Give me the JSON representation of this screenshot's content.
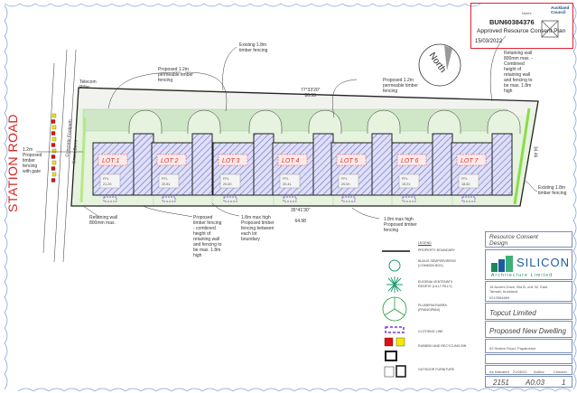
{
  "stamp": {
    "notes_label": "Notes",
    "council": "Auckland Council",
    "consent_number": "BUN60384376",
    "status": "Approved Resource Consent Plan",
    "date": "15/03/2022"
  },
  "site": {
    "road_name": "STATION ROAD",
    "north_label": "North",
    "telecom_label": "Telecom Pillar",
    "footpath_label": "Concrete Footpath",
    "kerb_label": "Grass Berm",
    "boundary_top_bearing": "77°33'20\"",
    "boundary_top_length": "86.53",
    "boundary_bottom_bearing": "35°41'30\"",
    "boundary_bottom_length": "64.98",
    "boundary_right_label": "34.46",
    "lots": [
      {
        "label": "LOT 1",
        "ffl_label": "FFL",
        "ffl": "21.20"
      },
      {
        "label": "LOT 2",
        "ffl_label": "FFL",
        "ffl": "20.81"
      },
      {
        "label": "LOT 3",
        "ffl_label": "FFL",
        "ffl": "20.60"
      },
      {
        "label": "LOT 4",
        "ffl_label": "FFL",
        "ffl": "20.41"
      },
      {
        "label": "LOT 5",
        "ffl_label": "FFL",
        "ffl": "20.00"
      },
      {
        "label": "LOT 6",
        "ffl_label": "FFL",
        "ffl": "19.21"
      },
      {
        "label": "LOT 7",
        "ffl_label": "FFL",
        "ffl": "18.82"
      }
    ]
  },
  "annotations": {
    "existing_fence_top": "Existing 1.8m timber fencing",
    "permeable_fence_left": "Proposed 1.2m permeable timber fencing",
    "permeable_fence_right": "Proposed 1.2m permeable timber fencing",
    "retaining_top_right": "Retaining wall 800mm max. - Combined height of retaining wall and fencing to be max. 1.8m high",
    "front_fence": "1.2m Proposed timber fencing with gate",
    "retaining_bottom_left": "Retaining wall 800mm max.",
    "combined_fence": "Proposed timber fencing - combined height of retaining wall and fencing to be max. 1.8m high",
    "lot_boundary_fence": "1.8m max high Proposed timber fencing between each lot boundary",
    "bottom_fence": "1.8m max high Proposed timber fencing",
    "existing_fence_right": "Existing 1.8m timber fencing"
  },
  "legend": {
    "title": "LEGEND",
    "items": [
      {
        "icon": "boundary-line",
        "label": "PROPERTY BOUNDARY"
      },
      {
        "icon": "buxus-circle",
        "label": "BUXUS SEMPERVIRENS (COMMON BOX)"
      },
      {
        "icon": "lily-pilly",
        "label": "EUGENIA VENTENATII REDEYE (LILLY PILLY)"
      },
      {
        "icon": "frangipani",
        "label": "PLUMERIA RUBRA (FRANGIPANI)"
      },
      {
        "icon": "clothing-line",
        "label": "CLOTHING LINE"
      },
      {
        "icon": "bins",
        "label": "RUBBISH AND RECYCLING BIN"
      },
      {
        "icon": "outdoor-furniture",
        "label": "OUTDOOR FURNITURE"
      }
    ]
  },
  "title_block": {
    "stage": "Resource Consent Design",
    "firm_name": "SILICON",
    "firm_sub": "Architecture Limited",
    "firm_address": "15 Accent Drive, Bld B, unit 32, East Tamaki, Auckland",
    "firm_phone": "0212584669",
    "client": "Topcut Limited",
    "project": "Proposed New Dwelling",
    "address": "63 Station Road, Papatoetoe",
    "scale": "As indicated",
    "date": "21/06/22",
    "drawn": "Author",
    "checked": "Checker",
    "job_no": "2151",
    "sheet": "A0.03",
    "revision": "1",
    "colors": {
      "brand_green": "#1a8a5a",
      "brand_blue": "#1e5aa0"
    }
  }
}
